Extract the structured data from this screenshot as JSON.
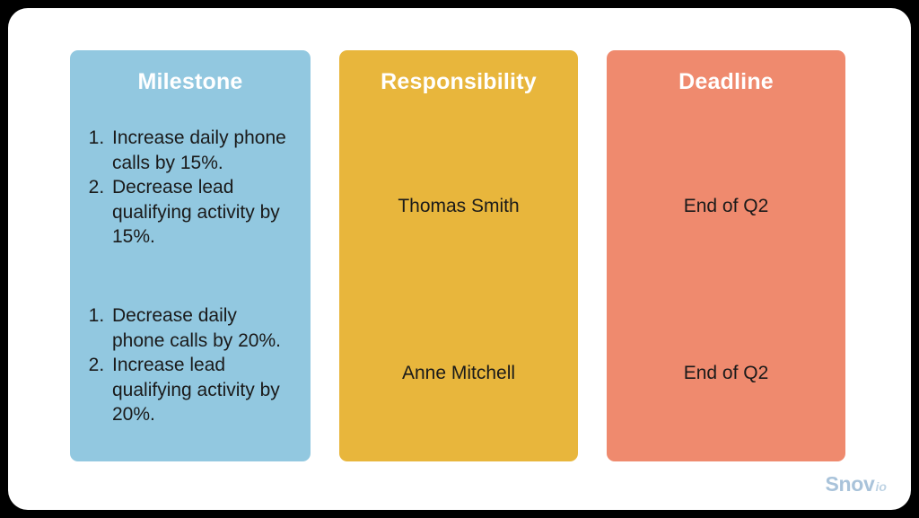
{
  "slide": {
    "background_color": "#ffffff",
    "frame_color": "#000000"
  },
  "columns": [
    {
      "key": "milestone",
      "header": "Milestone",
      "color": "#92c8e0",
      "header_text_color": "#ffffff",
      "type": "ordered-list",
      "rows": [
        {
          "items": [
            "Increase daily phone calls by 15%.",
            "Decrease lead qualifying activity by 15%."
          ]
        },
        {
          "items": [
            "Decrease daily phone calls by 20%.",
            "Increase lead qualifying activity by 20%."
          ]
        }
      ]
    },
    {
      "key": "responsibility",
      "header": "Responsibility",
      "color": "#e8b63c",
      "header_text_color": "#ffffff",
      "type": "text",
      "rows": [
        {
          "value": "Thomas Smith"
        },
        {
          "value": "Anne Mitchell"
        }
      ]
    },
    {
      "key": "deadline",
      "header": "Deadline",
      "color": "#ef8a6e",
      "header_text_color": "#ffffff",
      "type": "text",
      "rows": [
        {
          "value": "End of Q2"
        },
        {
          "value": "End of Q2"
        }
      ]
    }
  ],
  "logo": {
    "primary": "Snov",
    "suffix": "io",
    "primary_color": "#a9c3da",
    "suffix_color": "#bed3e4"
  }
}
